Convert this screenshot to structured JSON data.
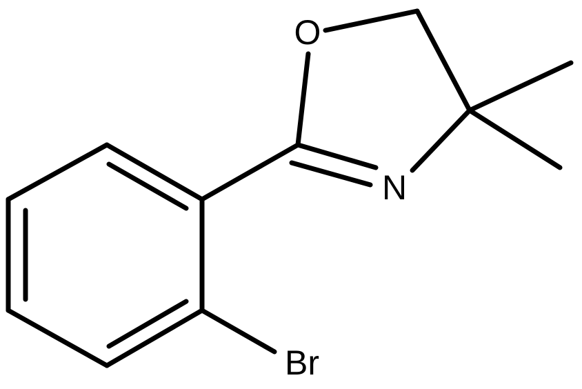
{
  "atoms": {
    "oxygen": "O",
    "nitrogen": "N",
    "bromine": "Br"
  },
  "colors": {
    "bond": "#000000",
    "background": "#ffffff"
  }
}
